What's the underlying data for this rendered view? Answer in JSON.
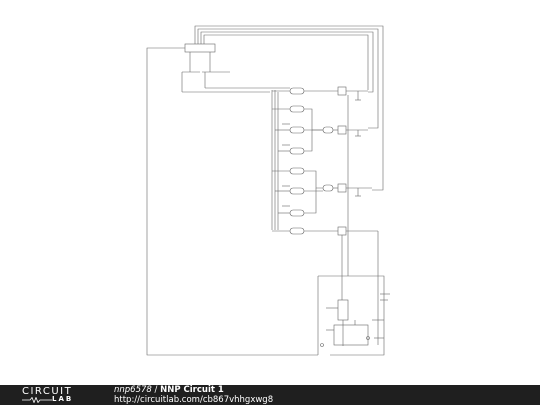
{
  "footer": {
    "brand_top": "CIRCUIT",
    "brand_bottom": "LAB",
    "user": "nnp6578",
    "separator": " / ",
    "title": "NNP Circuit 1",
    "url": "http://circuitlab.com/cb867vhhgxwg8"
  },
  "colors": {
    "wire": "#555555",
    "footer_bg": "#1f1f1f",
    "footer_text": "#ffffff"
  }
}
